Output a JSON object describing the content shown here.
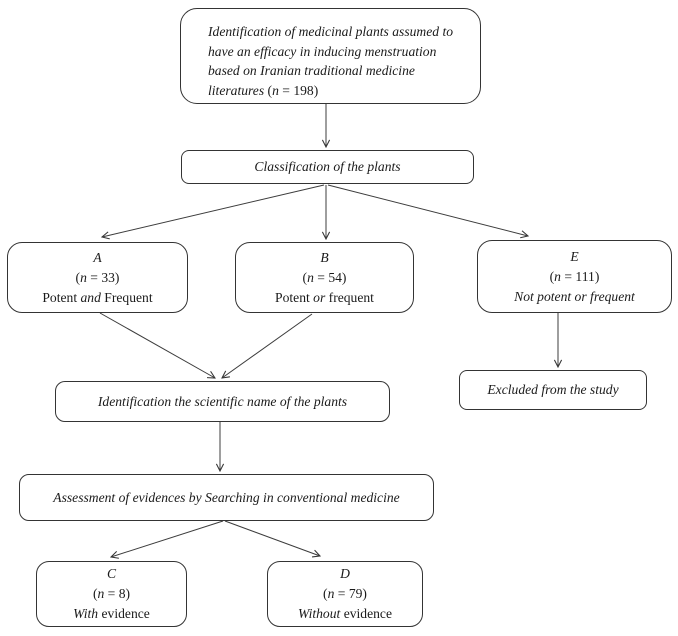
{
  "diagram": {
    "type": "flowchart",
    "colors": {
      "background": "#ffffff",
      "stroke": "#343434",
      "text": "#1a1a1a"
    },
    "nodes": {
      "source": {
        "lines": [
          "Identification of medicinal plants assumed to",
          "have an efficacy in inducing menstruation",
          "based on Iranian traditional medicine"
        ],
        "last": [
          "literatures ",
          "(",
          "n",
          " = 198)"
        ]
      },
      "classification": {
        "label": "Classification of the plants"
      },
      "a": {
        "letter": "A",
        "count": [
          "(",
          "n",
          " = 33)"
        ],
        "desc": [
          "Potent ",
          "and",
          " Frequent"
        ]
      },
      "b": {
        "letter": "B",
        "count": [
          "(",
          "n",
          " = 54)"
        ],
        "desc": [
          "Potent ",
          "or",
          " frequent"
        ]
      },
      "e": {
        "letter": "E",
        "count": [
          "(",
          "n",
          " = 111)"
        ],
        "desc": "Not potent or frequent"
      },
      "excluded": {
        "label": "Excluded from the study"
      },
      "scientific": {
        "label": "Identification the scientific name of the plants"
      },
      "assessment": {
        "label": "Assessment of evidences by Searching in conventional medicine"
      },
      "c": {
        "letter": "C",
        "count": [
          "(",
          "n",
          " = 8)"
        ],
        "desc": [
          "With",
          " evidence"
        ]
      },
      "d": {
        "letter": "D",
        "count": [
          "(",
          "n",
          " = 79)"
        ],
        "desc": [
          "Without",
          " evidence"
        ]
      }
    },
    "edges": [
      {
        "from": "source",
        "to": "classification"
      },
      {
        "from": "classification",
        "to": "a"
      },
      {
        "from": "classification",
        "to": "b"
      },
      {
        "from": "classification",
        "to": "e"
      },
      {
        "from": "a",
        "to": "scientific"
      },
      {
        "from": "b",
        "to": "scientific"
      },
      {
        "from": "e",
        "to": "excluded"
      },
      {
        "from": "scientific",
        "to": "assessment"
      },
      {
        "from": "assessment",
        "to": "c"
      },
      {
        "from": "assessment",
        "to": "d"
      }
    ]
  }
}
